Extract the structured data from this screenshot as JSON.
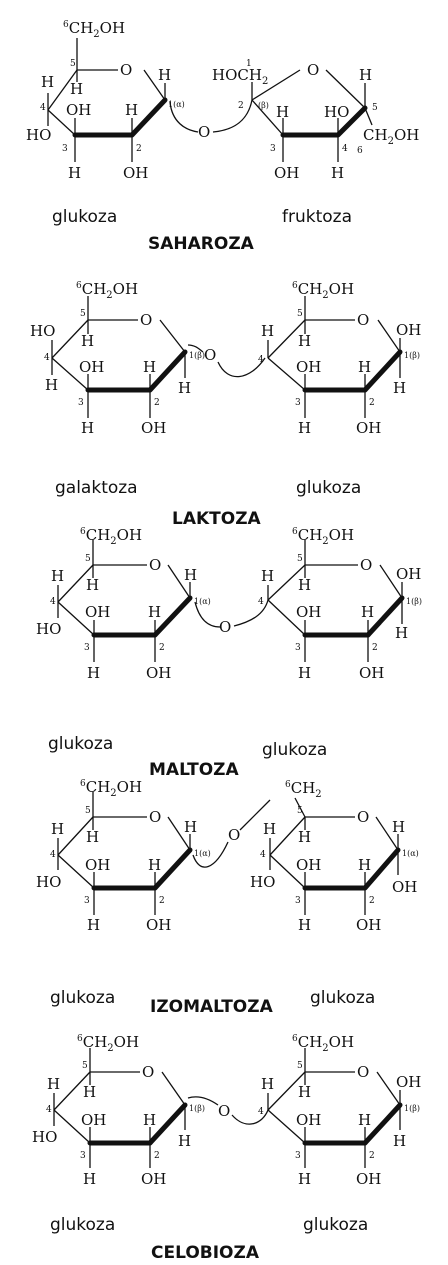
{
  "atoms": {
    "ch2oh_main": "CH",
    "ch2oh_sub": "2",
    "ch2oh_tail": "OH",
    "ch2_main": "CH",
    "ch2_sub": "2",
    "hoch2_head": "HOCH",
    "hoch2_sub": "2",
    "oh": "OH",
    "ho": "HO",
    "h": "H",
    "o": "O",
    "six": "6",
    "n1": "1",
    "n2": "2",
    "n3": "3",
    "n4": "4",
    "n5": "5",
    "n6": "6",
    "alpha": "1(α)",
    "beta": "1(β)",
    "two_beta": "(β)"
  },
  "panels": [
    {
      "id": "saharoza",
      "title": "SAHAROZA",
      "left_label": "glukoza",
      "right_label": "fruktoza"
    },
    {
      "id": "laktoza",
      "title": "LAKTOZA",
      "left_label": "galaktoza",
      "right_label": "glukoza"
    },
    {
      "id": "maltoza",
      "title": "MALTOZA",
      "left_label": "glukoza",
      "right_label": "glukoza"
    },
    {
      "id": "izomaltoza",
      "title": "IZOMALTOZA",
      "left_label": "glukoza",
      "right_label": "glukoza"
    },
    {
      "id": "celobioza",
      "title": "CELOBIOZA",
      "left_label": "glukoza",
      "right_label": "glukoza"
    }
  ]
}
